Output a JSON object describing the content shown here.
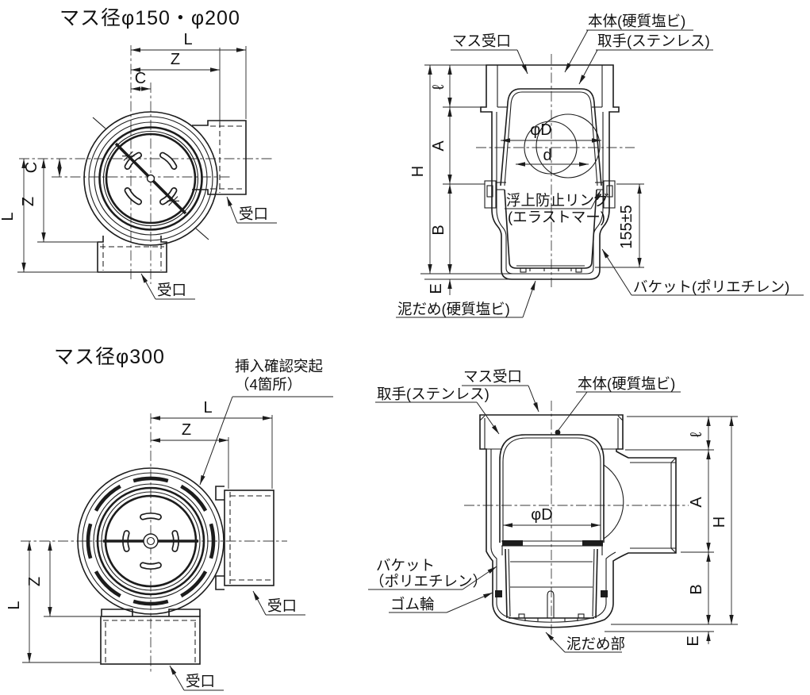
{
  "colors": {
    "line": "#1c1c1c",
    "background": "#ffffff"
  },
  "views": {
    "plan_150": {
      "title": "マス径φ150・φ200",
      "dims": {
        "L": "L",
        "Z": "Z",
        "C": "C"
      },
      "labels": {
        "socket_right": "受口",
        "socket_bottom": "受口"
      }
    },
    "section_150": {
      "labels": {
        "mass_socket": "マス受口",
        "body": "本体(硬質塩ビ)",
        "handle": "取手(ステンレス)",
        "float_ring_line1": "浮上防止リング",
        "float_ring_line2": "(エラストマー)",
        "bucket": "バケット(ポリエチレン)",
        "sump": "泥だめ(硬質塩ビ)"
      },
      "dims": {
        "l": "ℓ",
        "A": "A",
        "H": "H",
        "B": "B",
        "E": "E",
        "phiD": "φD",
        "d": "d",
        "bucket_depth": "155±5"
      }
    },
    "plan_300": {
      "title": "マス径φ300",
      "dims": {
        "L": "L",
        "Z": "Z"
      },
      "labels": {
        "protrusion_line1": "挿入確認突起",
        "protrusion_line2": "（4箇所）",
        "socket_right": "受口",
        "socket_bottom": "受口"
      }
    },
    "section_300": {
      "labels": {
        "mass_socket": "マス受口",
        "body": "本体(硬質塩ビ)",
        "handle": "取手(ステンレス)",
        "bucket_line1": "バケット",
        "bucket_line2": "（ポリエチレン）",
        "rubber_ring": "ゴム輪",
        "sump": "泥だめ部"
      },
      "dims": {
        "l": "ℓ",
        "A": "A",
        "H": "H",
        "B": "B",
        "E": "E",
        "phiD": "φD"
      }
    }
  }
}
